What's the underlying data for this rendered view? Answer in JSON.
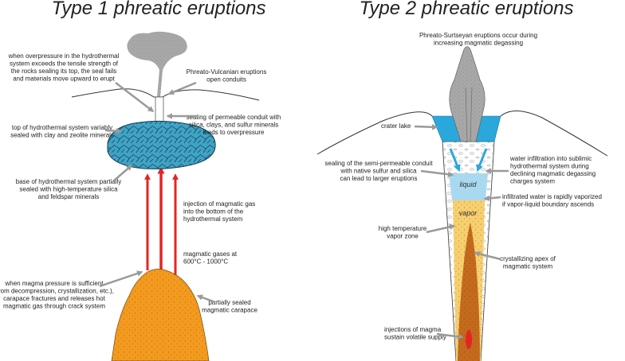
{
  "panel1": {
    "title": "Type 1 phreatic eruptions",
    "labels": {
      "overpressure": [
        "when overpressure in the hydrothermal",
        "system exceeds the tensile strength of",
        "the rocks sealing its top, the seal fails",
        "and materials move upward to erupt"
      ],
      "vulcanian": [
        "Phreato-Vulcanian eruptions",
        "open conduits"
      ],
      "sealing": [
        "sealing of permeable conduit with",
        "silica, clays, and sulfur minerals",
        "leads to overpressure"
      ],
      "top_sealed": [
        "top of hydrothermal system variably",
        "sealed with clay and zeolite minerals"
      ],
      "base_sealed": [
        "base of hydrothermal system partially",
        "sealed with high-temperature silica",
        "and feldspar minerals"
      ],
      "injection": [
        "injection of magmatic gas",
        "into the bottom of the",
        "hydrothermal system"
      ],
      "gases": [
        "magmatic gases at",
        "600°C - 1000°C"
      ],
      "magma_pressure": [
        "when magma pressure is sufficient",
        "(from decompression, crystallization, etc.),",
        "carapace fractures and releases hot",
        "magmatic gas through crack system"
      ],
      "carapace": [
        "partially sealed",
        "magmatic carapace"
      ]
    }
  },
  "panel2": {
    "title": "Type 2 phreatic eruptions",
    "labels": {
      "surtseyan": [
        "Phreato-Surtseyan eruptions occur during",
        "increasing magmatic degassing"
      ],
      "crater_lake": [
        "crater lake"
      ],
      "semi_permeable": [
        "sealing of the semi-permeable conduit",
        "with native sulfur and silica",
        "can lead to larger eruptions"
      ],
      "infiltration": [
        "water infiltration into sublimic",
        "hydrothermal system during",
        "declining magmatic degassing",
        "charges system"
      ],
      "vaporized": [
        "infiltrated water is rapidly vaporized",
        "if vapor-liquid boundary ascends"
      ],
      "vapor_zone": [
        "high temperature",
        "vapor zone"
      ],
      "apex": [
        "crystallizing apex of",
        "magmatic system"
      ],
      "injections": [
        "injections of magma",
        "sustain volatile supply"
      ]
    },
    "inner": {
      "liquid": "liquid",
      "vapor": "vapor"
    }
  },
  "colors": {
    "gas_arrow": "#e32622",
    "magma": "#f39a1f",
    "hydrothermal": "#3fa3c4",
    "lake": "#2aa8dc",
    "plume": "#a8a8a8",
    "vapor": "#f7cf6e",
    "pointer": "#9a9a9a"
  }
}
